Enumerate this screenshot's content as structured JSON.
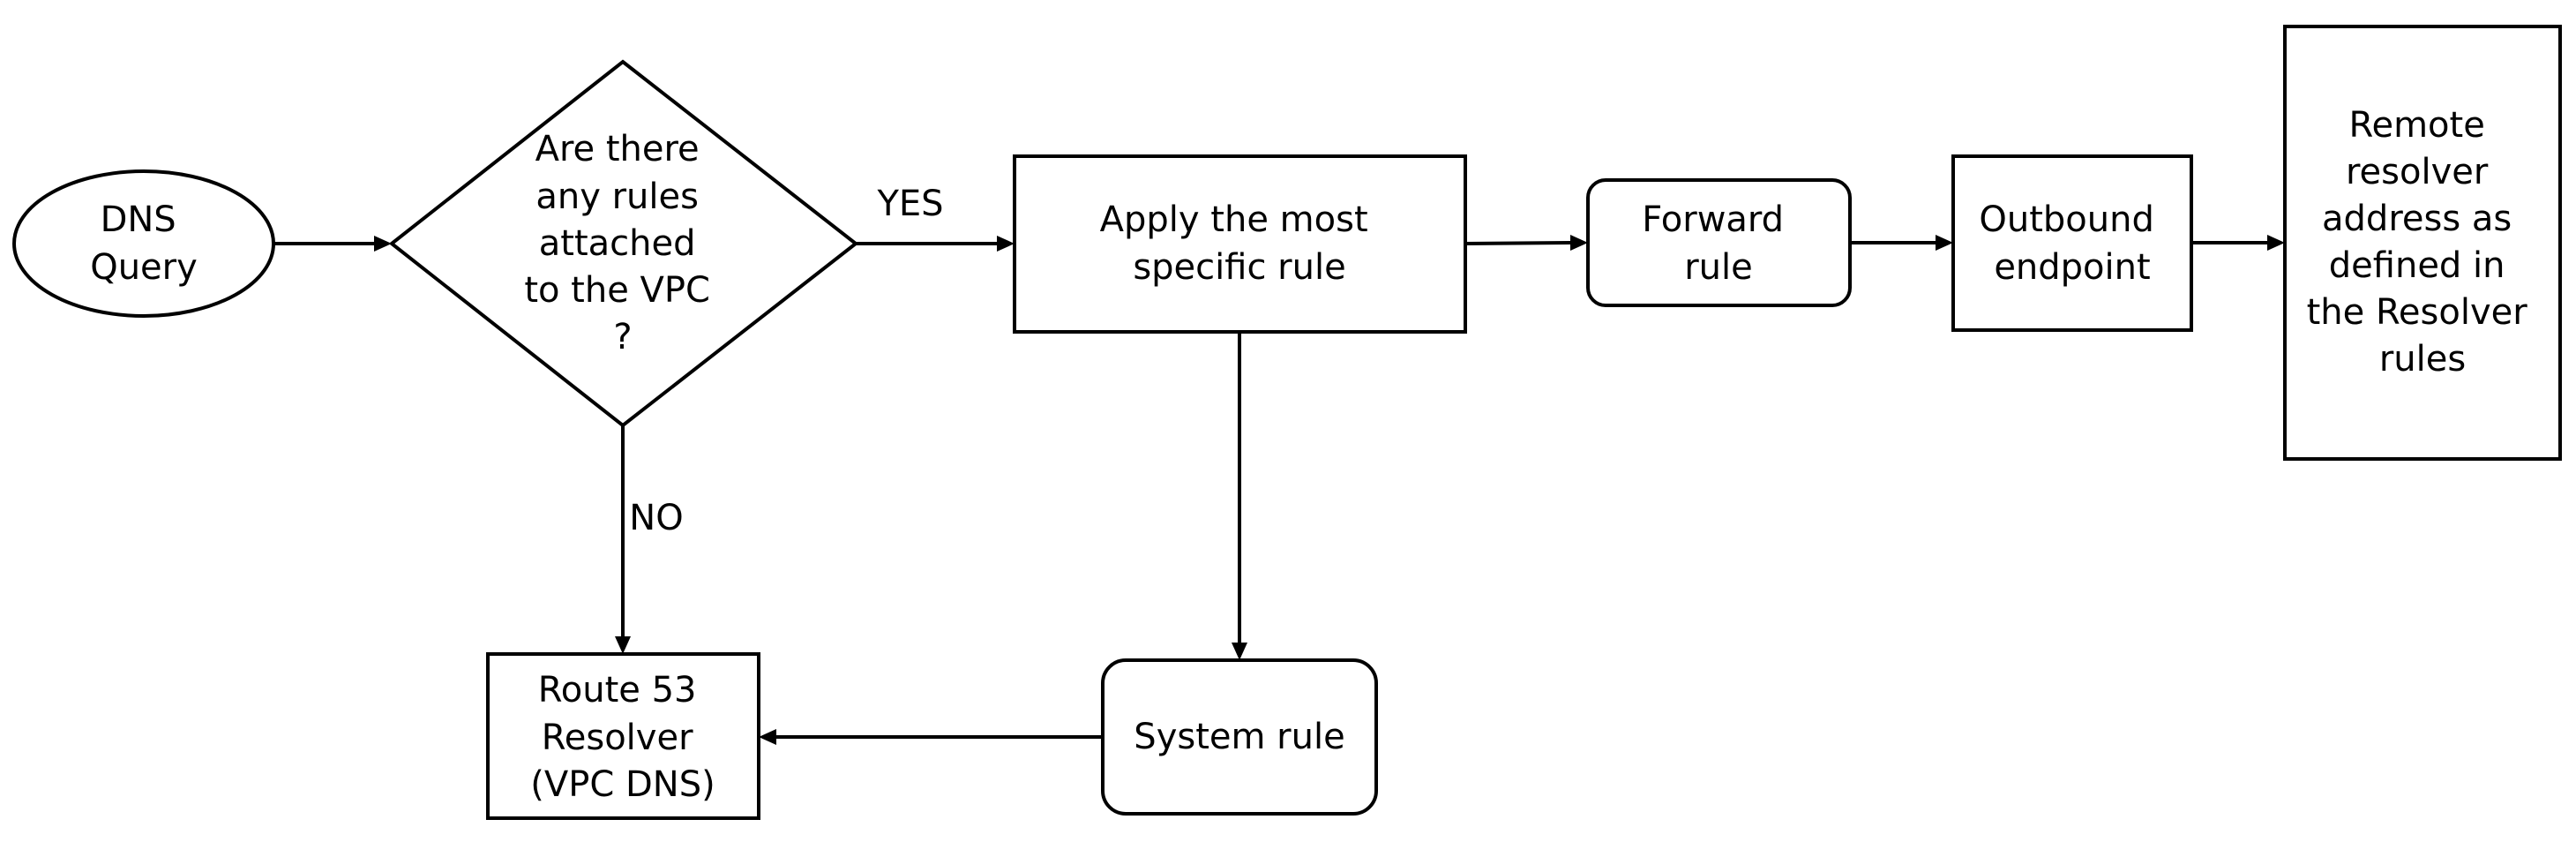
{
  "nodes": {
    "dns_query": [
      "DNS",
      "Query"
    ],
    "decision": [
      "Are there",
      "any rules",
      "attached",
      "to the VPC",
      "?"
    ],
    "apply_rule": [
      "Apply the most",
      "specific rule"
    ],
    "forward_rule": [
      "Forward",
      "rule"
    ],
    "outbound_endpoint": [
      "Outbound",
      "endpoint"
    ],
    "remote_resolver": [
      "Remote",
      "resolver",
      "address as",
      "defined in",
      "the Resolver",
      "rules"
    ],
    "route53_resolver": [
      "Route 53",
      "Resolver",
      "(VPC DNS)"
    ],
    "system_rule": [
      "System rule"
    ]
  },
  "edge_labels": {
    "yes": "YES",
    "no": "NO"
  },
  "colors": {
    "stroke": "#000000",
    "fill": "#ffffff",
    "text": "#000000"
  }
}
